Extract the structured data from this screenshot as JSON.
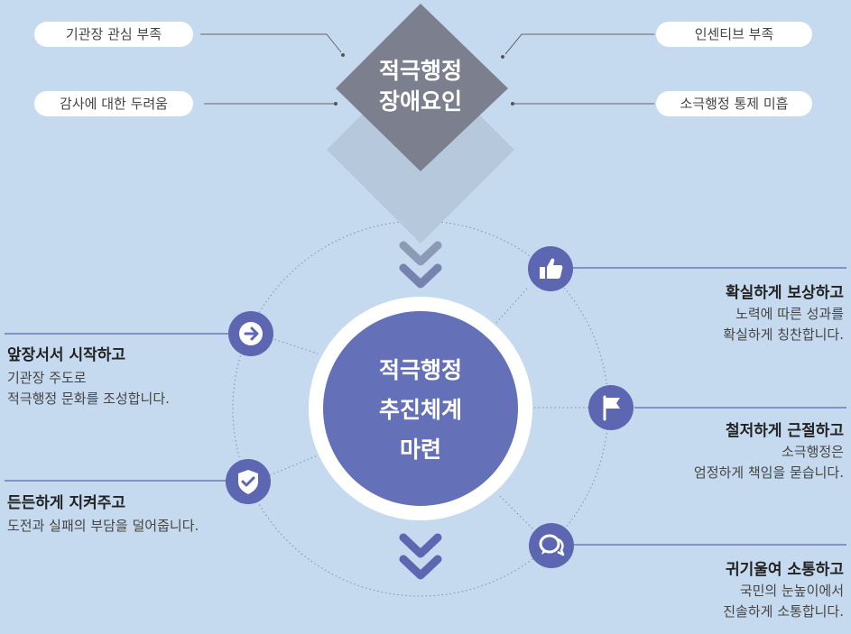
{
  "obstacles": {
    "title_line1": "적극행정",
    "title_line2": "장애요인",
    "items": [
      {
        "label": "기관장 관심 부족"
      },
      {
        "label": "인센티브 부족"
      },
      {
        "label": "감사에 대한 두려움"
      },
      {
        "label": "소극행정 통제 미흡"
      }
    ]
  },
  "center": {
    "line1": "적극행정",
    "line2": "추진체계",
    "line3": "마련"
  },
  "left_items": [
    {
      "title": "앞장서서 시작하고",
      "desc_line1": "기관장 주도로",
      "desc_line2": "적극행정 문화를 조성합니다."
    },
    {
      "title": "든든하게 지켜주고",
      "desc_line1": "도전과 실패의 부담을 덜어줍니다.",
      "desc_line2": ""
    }
  ],
  "right_items": [
    {
      "title": "확실하게 보상하고",
      "desc_line1": "노력에 따른 성과를",
      "desc_line2": "확실하게 칭찬합니다."
    },
    {
      "title": "철저하게 근절하고",
      "desc_line1": "소극행정은",
      "desc_line2": "엄정하게 책임을 묻습니다."
    },
    {
      "title": "귀기울여 소통하고",
      "desc_line1": "국민의 눈높이에서",
      "desc_line2": "진솔하게 소통합니다."
    }
  ],
  "icons": [
    "arrow-right-icon",
    "shield-check-icon",
    "thumbs-up-icon",
    "flag-icon",
    "chat-bubbles-icon"
  ],
  "colors": {
    "background": "#c6daef",
    "diamond": "#7b7f8e",
    "accent": "#5c66b1",
    "center_fill": "#6470b8"
  }
}
